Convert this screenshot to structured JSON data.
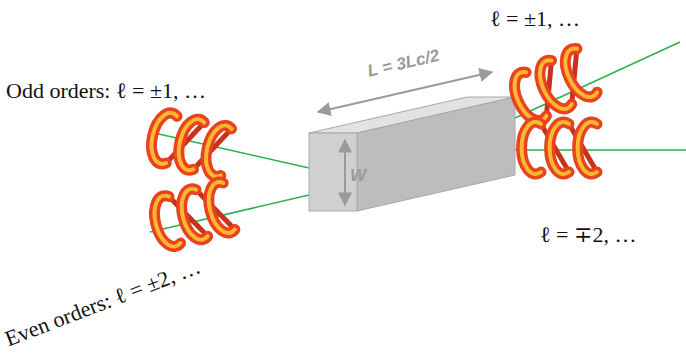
{
  "diagram": {
    "labels": [
      "Odd orders: ℓ = ±1, …",
      "Even orders: ℓ = ±2, …",
      "L = 3Lc/2",
      "W",
      "ℓ = ±1, …",
      "ℓ = ∓2, …"
    ]
  }
}
